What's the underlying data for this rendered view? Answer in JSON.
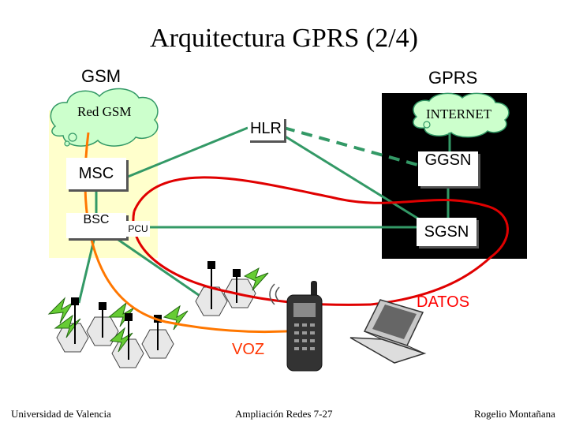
{
  "title": "Arquitectura GPRS (2/4)",
  "sections": {
    "gsm": "GSM",
    "gprs": "GPRS"
  },
  "clouds": {
    "red_gsm": "Red GSM",
    "internet": "INTERNET"
  },
  "nodes": {
    "hlr": "HLR",
    "msc": "MSC",
    "bsc": "BSC",
    "pcu": "PCU",
    "ggsn": "GGSN",
    "sgsn": "SGSN"
  },
  "labels": {
    "datos": "DATOS",
    "voz": "VOZ"
  },
  "footer": {
    "left": "Universidad de Valencia",
    "center": "Ampliación Redes 7-27",
    "right": "Rogelio Montañana"
  },
  "colors": {
    "gsm_area": "#ffffcc",
    "gprs_area": "#000000",
    "link_green": "#339966",
    "data_path": "#e00000",
    "voice_path": "#ff7700",
    "datos_text": "#ff0000",
    "voz_text": "#ff3300",
    "cloud_fill": "#ccffcc"
  }
}
